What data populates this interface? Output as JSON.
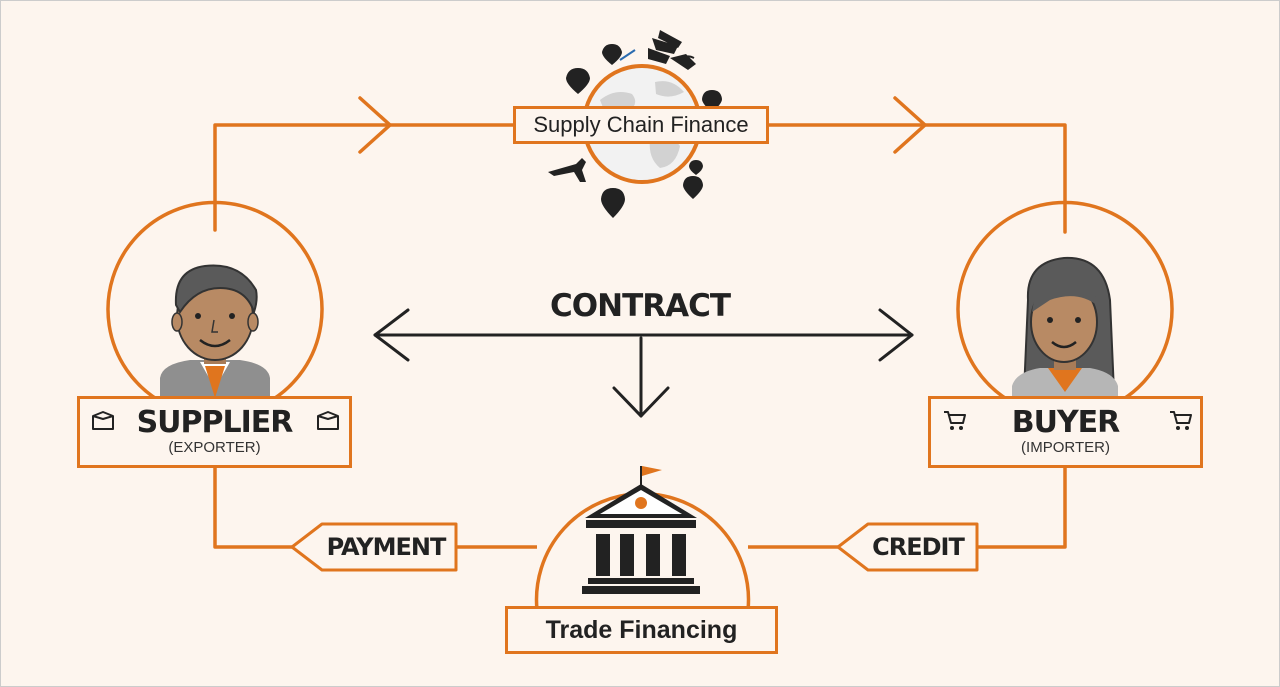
{
  "labels": {
    "supply_chain_finance": "Supply Chain Finance",
    "contract": "CONTRACT",
    "supplier": "SUPPLIER",
    "supplier_sub": "(EXPORTER)",
    "buyer": "BUYER",
    "buyer_sub": "(IMPORTER)",
    "payment": "PAYMENT",
    "credit": "CREDIT",
    "trade_financing": "Trade Financing"
  },
  "icons": {
    "supplier_left": "box-icon",
    "supplier_right": "box-icon",
    "buyer_left": "cart-icon",
    "buyer_right": "cart-icon",
    "globe": "globe-icon",
    "bank": "bank-icon"
  },
  "colors": {
    "accent": "#e0751e",
    "background": "#fdf5ee",
    "dark": "#222222",
    "skin": "#b88a64",
    "hair_man": "#5a5a5a",
    "suit": "#8f8f8f"
  }
}
